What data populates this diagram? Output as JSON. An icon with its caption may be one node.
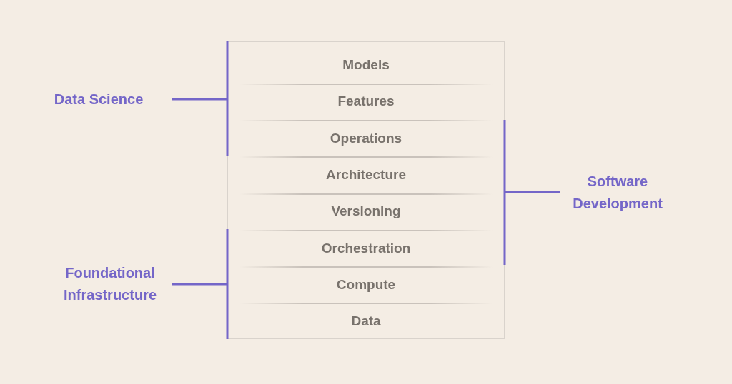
{
  "diagram": {
    "nodes": [
      {
        "text": [],
        "shape": "box"
      },
      {
        "text": [
          "Models"
        ],
        "in": 0
      },
      {
        "text": [
          "Features"
        ],
        "in": 0
      },
      {
        "text": [
          "Operations"
        ],
        "in": 0
      },
      {
        "text": [
          "Architecture"
        ],
        "in": 0
      },
      {
        "text": [
          "Versioning"
        ],
        "in": 0
      },
      {
        "text": [
          "Orchestration"
        ],
        "in": 0
      },
      {
        "text": [
          "Compute"
        ],
        "in": 0
      },
      {
        "text": [
          "Data"
        ],
        "in": 0
      }
    ],
    "labels": [
      "Data Science",
      "Software Development",
      "Foundational Infrastructure"
    ]
  }
}
